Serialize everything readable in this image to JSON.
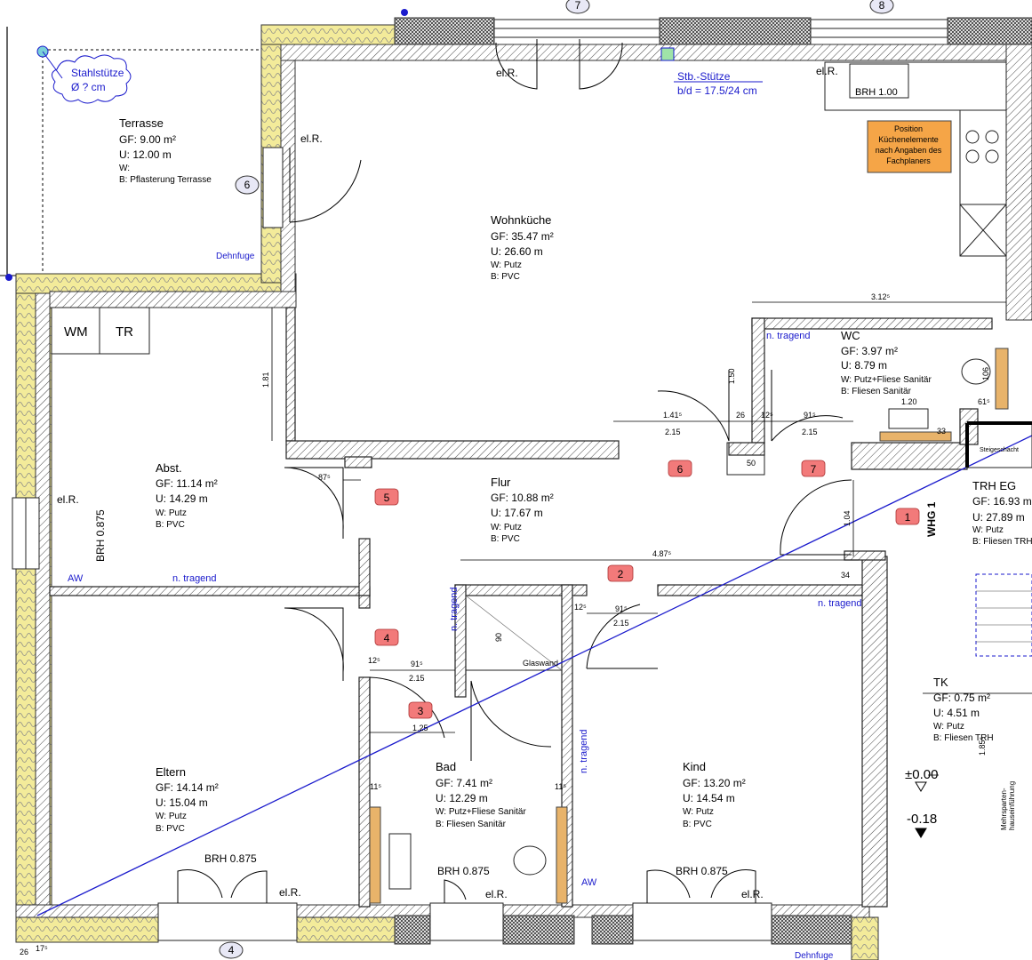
{
  "axis_markers": {
    "top_7": "7",
    "top_8": "8",
    "left_6": "6",
    "bottom_4": "4"
  },
  "annotations": {
    "stahlstuetze": "Stahlstütze",
    "stahlstuetze_dim": "Ø ? cm",
    "stb_stuetze": "Stb.-Stütze",
    "stb_dim": "b/d = 17.5/24 cm",
    "elr": "el.R.",
    "dehnfuge": "Dehnfuge",
    "n_tragend": "n. tragend",
    "aw": "AW",
    "brh": "BRH 0.875",
    "brh_small": "BRH 1.00",
    "glaswand": "Glaswand",
    "steigeschacht": "Steigeschacht",
    "whg": "WHG 1",
    "kitchen_note": [
      "Position",
      "Küchenelemente",
      "nach Angaben des",
      "Fachplaners"
    ],
    "level_0": "±0.00",
    "level_m": "-0.18",
    "mehrsparten": "Mehrsparten-",
    "hauseinfuehrung": "hauseinführung",
    "wm": "WM",
    "tr": "TR"
  },
  "rooms": {
    "terrasse": {
      "name": "Terrasse",
      "gf": "GF: 9.00 m²",
      "u": "U: 12.00 m",
      "w": "W:",
      "b": "B: Pflasterung Terrasse"
    },
    "wohnkueche": {
      "name": "Wohnküche",
      "gf": "GF: 35.47 m²",
      "u": "U: 26.60 m",
      "w": "W: Putz",
      "b": "B: PVC"
    },
    "wc": {
      "name": "WC",
      "gf": "GF: 3.97 m²",
      "u": "U: 8.79 m",
      "w": "W: Putz+Fliese Sanitär",
      "b": "B: Fliesen Sanitär"
    },
    "abst": {
      "name": "Abst.",
      "gf": "GF: 11.14 m²",
      "u": "U: 14.29 m",
      "w": "W: Putz",
      "b": "B: PVC"
    },
    "flur": {
      "name": "Flur",
      "gf": "GF: 10.88 m²",
      "u": "U: 17.67 m",
      "w": "W: Putz",
      "b": "B: PVC"
    },
    "trh": {
      "name": "TRH EG",
      "gf": "GF: 16.93 m",
      "u": "U: 27.89 m",
      "w": "W: Putz",
      "b": "B: Fliesen TRH"
    },
    "eltern": {
      "name": "Eltern",
      "gf": "GF: 14.14 m²",
      "u": "U: 15.04 m",
      "w": "W: Putz",
      "b": "B: PVC"
    },
    "bad": {
      "name": "Bad",
      "gf": "GF: 7.41 m²",
      "u": "U: 12.29 m",
      "w": "W: Putz+Fliese Sanitär",
      "b": "B: Fliesen Sanitär"
    },
    "kind": {
      "name": "Kind",
      "gf": "GF: 13.20 m²",
      "u": "U: 14.54 m",
      "w": "W: Putz",
      "b": "B: PVC"
    },
    "tk": {
      "name": "TK",
      "gf": "GF: 0.75 m²",
      "u": "U: 4.51 m",
      "w": "W: Putz",
      "b": "B: Fliesen TRH"
    }
  },
  "door_tags": [
    "1",
    "2",
    "3",
    "4",
    "5",
    "6",
    "7"
  ],
  "dimensions": {
    "d312": "3.12⁵",
    "d181": "1.81",
    "d141": "1.41⁵",
    "d215": "2.15",
    "d26": "26",
    "d12": "12⁵",
    "d91": "91⁵",
    "d150": "1.50",
    "d50": "50",
    "d87": "87⁵",
    "d487": "4.87⁵",
    "d104": "1.04",
    "d34": "34",
    "d125": "1.25",
    "d120": "1.20",
    "d90": "90",
    "d11": "11⁵",
    "d106": "106",
    "d61": "61⁵",
    "d33": "33",
    "d26b": "26",
    "d17": "17⁵",
    "d1": "1⁶",
    "d185": "1.85⁵"
  }
}
